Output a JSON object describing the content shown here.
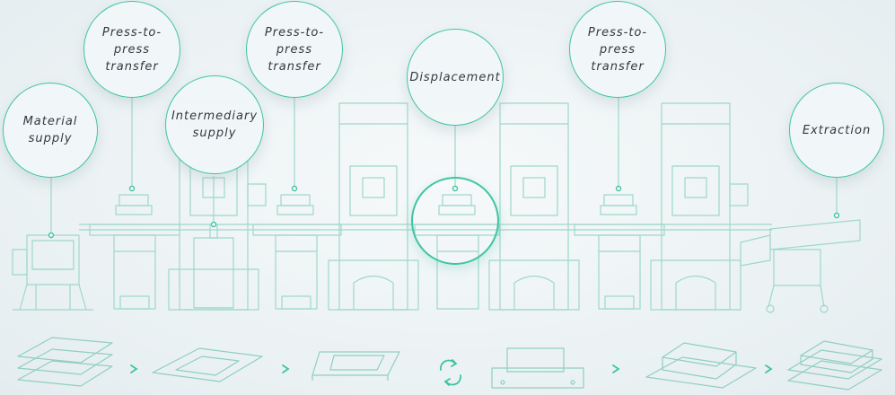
{
  "labels": {
    "material_supply": "Material\nsupply",
    "transfer_1": "Press-to-press\ntransfer",
    "intermediary_supply": "Intermediary\nsupply",
    "transfer_2": "Press-to-press\ntransfer",
    "displacement": "Displacement",
    "transfer_3": "Press-to-press\ntransfer",
    "extraction": "Extraction"
  },
  "colors": {
    "accent": "#3fc4a3",
    "line": "#9ed8ca",
    "text": "#2f3a3e",
    "background": "#edf3f5"
  },
  "process_steps": [
    "stacked-sheets",
    "stamped-frame",
    "deep-frame",
    "repositioned-tray",
    "formed-block",
    "stacked-blocks"
  ],
  "step_connectors": [
    "arrow-icon",
    "arrow-icon",
    "cycle-icon",
    "arrow-icon",
    "arrow-icon"
  ]
}
